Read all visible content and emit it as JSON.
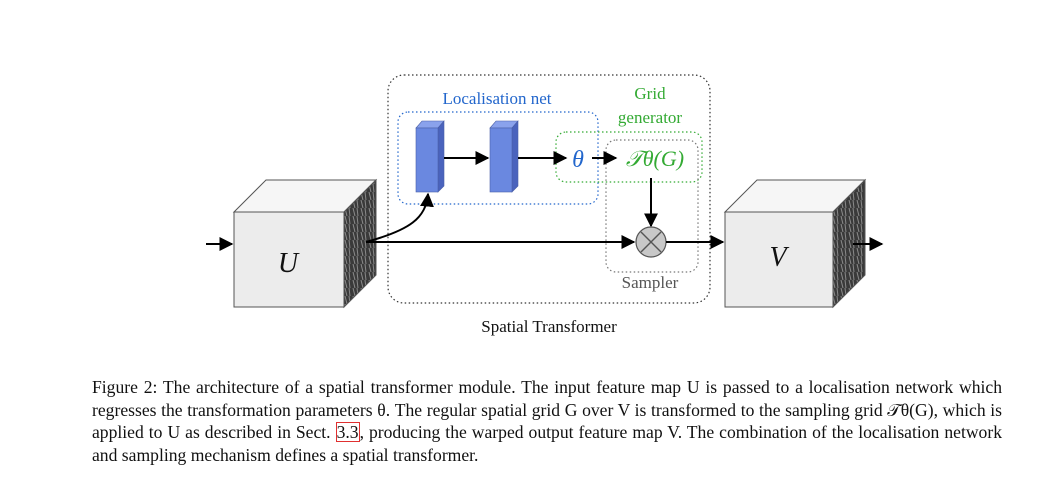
{
  "figure": {
    "labels": {
      "localisation_net": "Localisation net",
      "grid_line1": "Grid",
      "grid_line2": "generator",
      "theta": "θ",
      "transform": "𝒯θ(G)",
      "sampler": "Sampler",
      "input": "U",
      "output": "V",
      "module": "Spatial Transformer"
    },
    "colors": {
      "localisation": "#2266cc",
      "grid_generator": "#33aa33",
      "sampler": "#666666",
      "layer_fill": "#6a88e0",
      "cube_front": "#ececec"
    }
  },
  "caption": {
    "label": "Figure 2:",
    "text_1": "The architecture of a spatial transformer module. The input feature map U is passed to a localisation network which regresses the transformation parameters θ. The regular spatial grid G over V is transformed to the sampling grid 𝒯θ(G), which is applied to U as described in Sect.",
    "ref": "3.3",
    "text_2": ", producing the warped output feature map V. The combination of the localisation network and sampling mechanism defines a spatial transformer."
  }
}
